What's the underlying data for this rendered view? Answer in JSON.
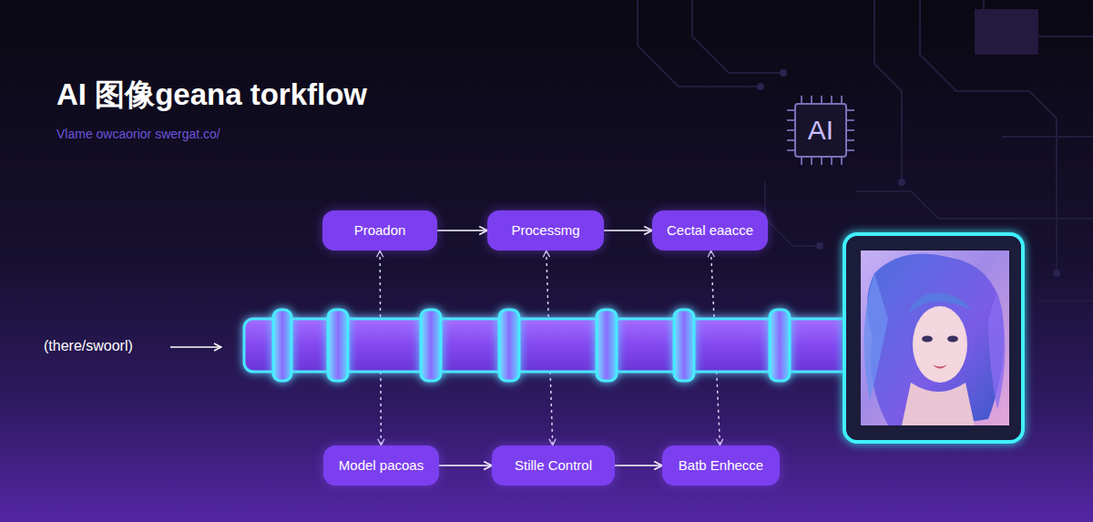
{
  "diagram": {
    "title": "AI 图像geana torkflow",
    "nodes": [
      {
        "text": [
          "AI"
        ]
      },
      {
        "text": [
          "Proadon"
        ]
      },
      {
        "text": [
          "Processmg"
        ]
      },
      {
        "text": [
          "Cectal eaacce"
        ]
      },
      {
        "text": [
          "Model pacoas"
        ]
      },
      {
        "text": [
          "Stille Control"
        ]
      },
      {
        "text": [
          "Batb Enhecce"
        ]
      }
    ],
    "edges": [
      {
        "from": 1,
        "to": 2,
        "arrow": "to"
      },
      {
        "from": 2,
        "to": 3,
        "arrow": "to"
      },
      {
        "from": 1,
        "to": 4,
        "arrow": "both"
      },
      {
        "from": 2,
        "to": 5,
        "arrow": "both"
      },
      {
        "from": 3,
        "to": 6,
        "arrow": "both"
      },
      {
        "from": 4,
        "to": 5,
        "arrow": "to"
      },
      {
        "from": 5,
        "to": 6,
        "arrow": "to"
      }
    ],
    "labels": [
      "Vlame owcaorior swergat.co/",
      "(there/swoorl)"
    ]
  }
}
